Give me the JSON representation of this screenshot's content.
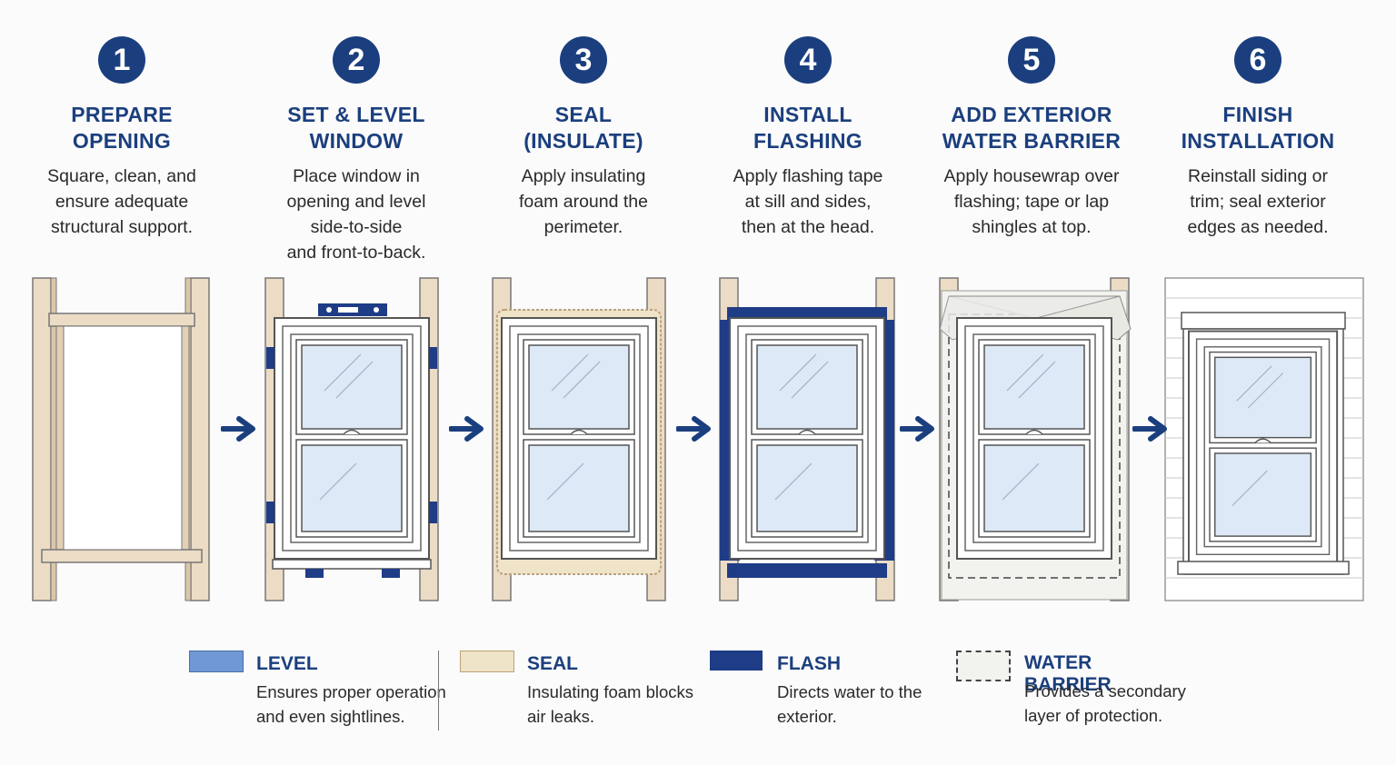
{
  "steps": [
    {
      "number": "1",
      "title": [
        "PREPARE",
        "OPENING"
      ],
      "desc": [
        "Square, clean, and",
        "ensure adequate",
        "structural support."
      ]
    },
    {
      "number": "2",
      "title": [
        "SET & LEVEL",
        "WINDOW"
      ],
      "desc": [
        "Place window in",
        "opening and level",
        "side-to-side",
        "and front-to-back."
      ]
    },
    {
      "number": "3",
      "title": [
        "SEAL",
        "(INSULATE)"
      ],
      "desc": [
        "Apply insulating",
        "foam around the",
        "perimeter."
      ]
    },
    {
      "number": "4",
      "title": [
        "INSTALL",
        "FLASHING"
      ],
      "desc": [
        "Apply flashing tape",
        "at sill and sides,",
        "then at the head."
      ]
    },
    {
      "number": "5",
      "title": [
        "ADD EXTERIOR",
        "WATER BARRIER"
      ],
      "desc": [
        "Apply housewrap over",
        "flashing; tape or lap",
        "shingles at top."
      ]
    },
    {
      "number": "6",
      "title": [
        "FINISH",
        "INSTALLATION"
      ],
      "desc": [
        "Reinstall siding or",
        "trim; seal exterior",
        "edges as needed."
      ]
    }
  ],
  "legend": [
    {
      "title": "LEVEL",
      "desc": [
        "Ensures proper operation",
        "and even sightlines."
      ]
    },
    {
      "title": "SEAL",
      "desc": [
        "Insulating foam blocks",
        "air leaks."
      ]
    },
    {
      "title": "FLASH",
      "desc": [
        "Directs water to the",
        "exterior."
      ]
    },
    {
      "title": "WATER BARRIER",
      "desc": [
        "Provides a secondary",
        "layer of protection."
      ]
    }
  ],
  "colors": {
    "navy": "#1b3f7e",
    "wood": "#ecdcc6",
    "level": "#6f98d4",
    "foam": "#efe3c8",
    "flash": "#1f3c86",
    "glass": "#dde9f6"
  },
  "icons": [
    "arrow-right-icon"
  ]
}
